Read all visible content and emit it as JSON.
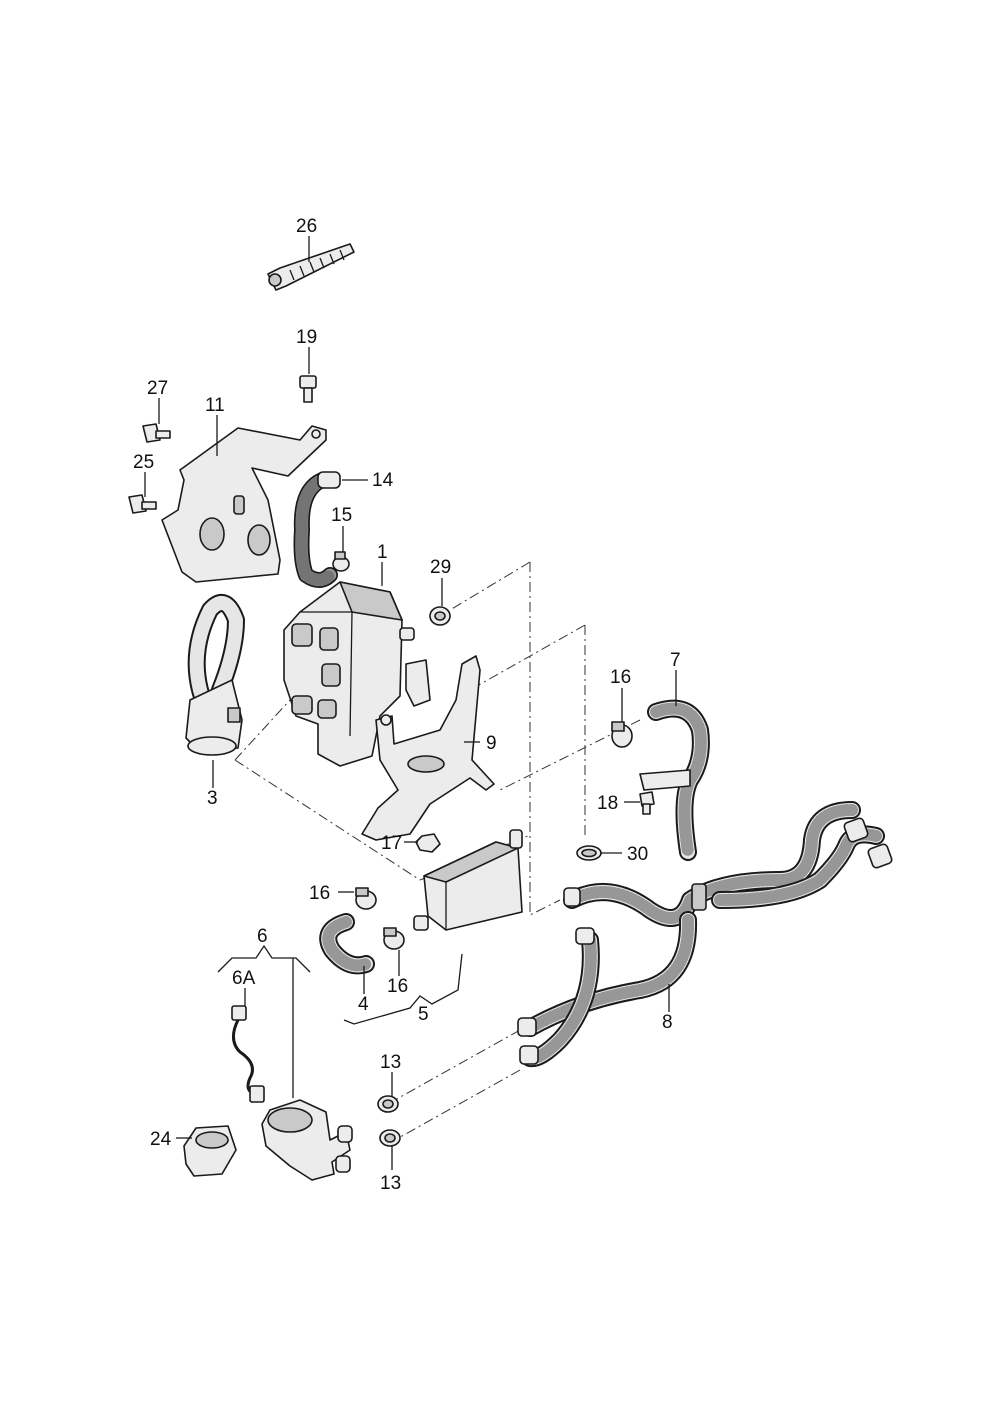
{
  "callouts": {
    "c1": "1",
    "c3": "3",
    "c4": "4",
    "c5": "5",
    "c6": "6",
    "c6a": "6A",
    "c7": "7",
    "c8": "8",
    "c9": "9",
    "c11": "11",
    "c13a": "13",
    "c13b": "13",
    "c14": "14",
    "c15": "15",
    "c16a": "16",
    "c16b": "16",
    "c16c": "16",
    "c17": "17",
    "c18": "18",
    "c19": "19",
    "c24": "24",
    "c25": "25",
    "c26": "26",
    "c27": "27",
    "c29": "29",
    "c30": "30"
  }
}
